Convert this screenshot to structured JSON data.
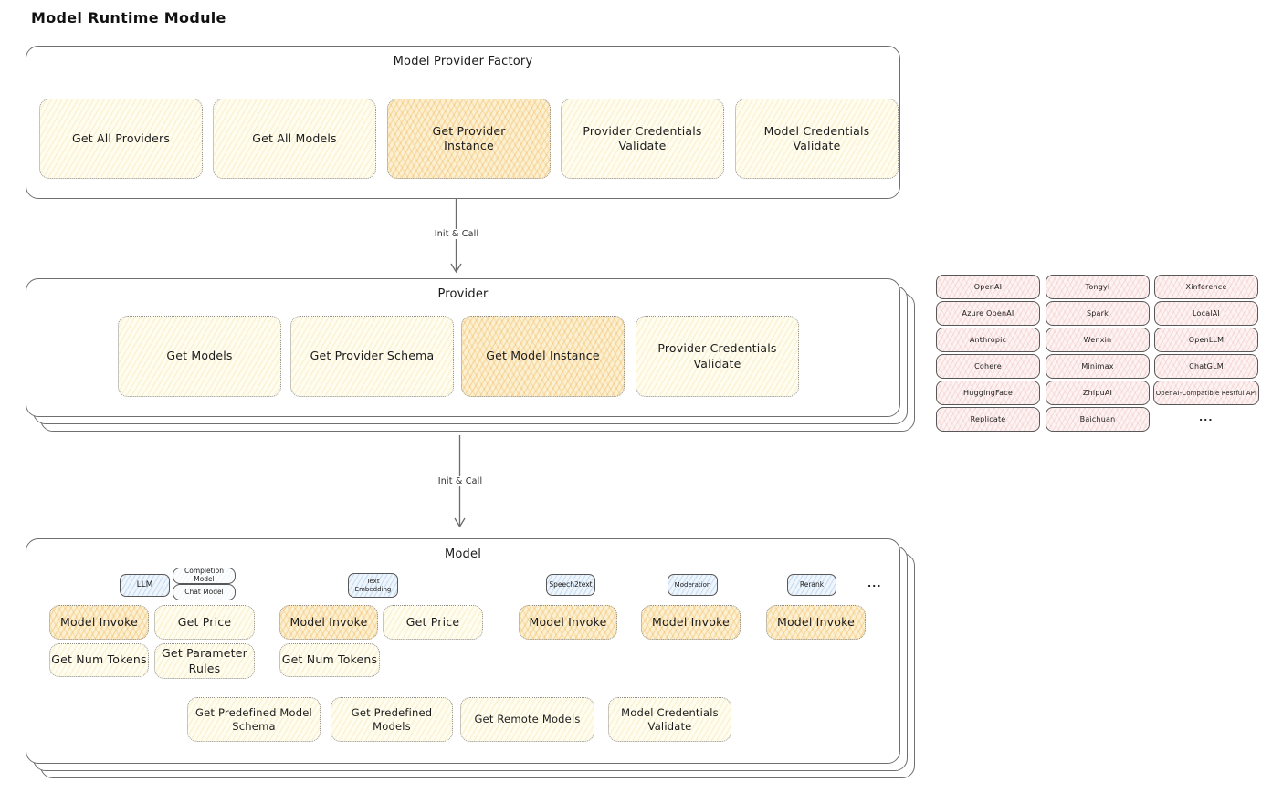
{
  "page_title": "Model Runtime Module",
  "palette": {
    "yellow_fill": "#FFFDF0",
    "orange_fill": "#FCF0D3",
    "pink_fill": "#FDF3F3",
    "blue_fill": "#EEF5FC",
    "text": "#1C1C1C",
    "border_gray": "#6F6F6F"
  },
  "factory": {
    "title": "Model Provider Factory",
    "boxes": [
      {
        "label": "Get All Providers"
      },
      {
        "label": "Get All Models"
      },
      {
        "label": "Get Provider\nInstance"
      },
      {
        "label": "Provider Credentials\nValidate"
      },
      {
        "label": "Model Credentials\nValidate"
      }
    ]
  },
  "arrows": {
    "factory_to_provider": "Init & Call",
    "provider_to_model": "Init & Call"
  },
  "provider": {
    "title": "Provider",
    "boxes": [
      {
        "label": "Get Models"
      },
      {
        "label": "Get Provider Schema"
      },
      {
        "label": "Get Model Instance"
      },
      {
        "label": "Provider Credentials\nValidate"
      }
    ]
  },
  "providers_list": {
    "columns": [
      [
        "OpenAI",
        "Azure OpenAI",
        "Anthropic",
        "Cohere",
        "HuggingFace",
        "Replicate"
      ],
      [
        "Tongyi",
        "Spark",
        "Wenxin",
        "Minimax",
        "ZhipuAI",
        "Baichuan"
      ],
      [
        "Xinference",
        "LocalAI",
        "OpenLLM",
        "ChatGLM",
        "OpenAI-Compatible Restful API"
      ]
    ],
    "more": "..."
  },
  "model": {
    "title": "Model",
    "types": {
      "llm": "LLM",
      "completion": "Completion Model",
      "chat": "Chat Model",
      "text_embedding": "Text\nEmbedding",
      "speech2text": "Speech2text",
      "moderation": "Moderation",
      "rerank": "Rerank",
      "more": "..."
    },
    "functions": {
      "model_invoke": "Model Invoke",
      "get_price": "Get Price",
      "get_num_tokens": "Get Num Tokens",
      "get_parameter_rules": "Get Parameter\nRules"
    },
    "shared": [
      {
        "label": "Get Predefined Model\nSchema"
      },
      {
        "label": "Get Predefined\nModels"
      },
      {
        "label": "Get Remote Models"
      },
      {
        "label": "Model Credentials\nValidate"
      }
    ]
  }
}
